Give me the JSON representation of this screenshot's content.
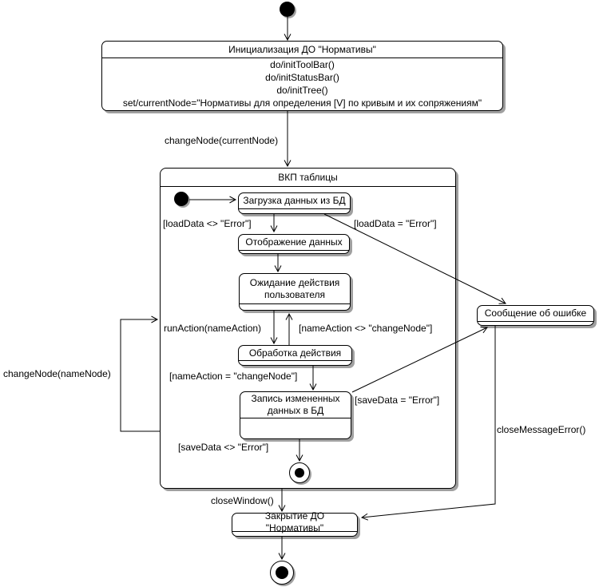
{
  "colors": {
    "background": "#ffffff",
    "line": "#000000",
    "state_fill": "#ffffff",
    "shadow": "#a0a0a0"
  },
  "nodes": {
    "init": {
      "title": "Инициализация ДО \"Нормативы\"",
      "actions": [
        "do/initToolBar()",
        "do/initStatusBar()",
        "do/initTree()",
        "set/currentNode=\"Нормативы для определения [V] по кривым и их сопряжениям\""
      ]
    },
    "composite": {
      "title": "ВКП таблицы"
    },
    "load": {
      "title": "Загрузка данных из БД"
    },
    "display": {
      "title": "Отображение данных"
    },
    "wait": {
      "title": "Ожидание действия пользователя"
    },
    "process": {
      "title": "Обработка действия"
    },
    "save": {
      "title": "Запись измененных данных в БД"
    },
    "error": {
      "title": "Сообщение об ошибке"
    },
    "close": {
      "title": "Закрытие ДО \"Нормативы\""
    }
  },
  "transitions": {
    "change_node_current": "changeNode(currentNode)",
    "load_ok": "[loadData <> \"Error\"]",
    "load_error": "[loadData = \"Error\"]",
    "run_action": "runAction(nameAction)",
    "name_action_not_change": "[nameAction <> \"changeNode\"]",
    "name_action_change": "[nameAction = \"changeNode\"]",
    "save_error": "[saveData = \"Error\"]",
    "save_ok": "[saveData <> \"Error\"]",
    "close_window": "closeWindow()",
    "close_message_error": "closeMessageError()",
    "change_node_name": "changeNode(nameNode)"
  }
}
